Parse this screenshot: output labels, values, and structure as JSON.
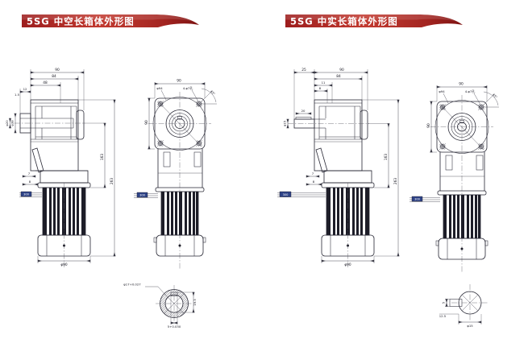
{
  "banners": {
    "left": "5SG 中空长箱体外形图",
    "right": "5SG 中实长箱体外形图"
  },
  "hollow": {
    "side": {
      "width": "90",
      "mid": "84",
      "inner": "48",
      "boss_len": "12",
      "boss_off": "1.5",
      "bore_large": "φ38",
      "bore_small": "φ20",
      "dim_a": "7",
      "dim_b": "8",
      "height_mid": "163",
      "height_total": "263",
      "motor_dia": "φ90",
      "lead": "300"
    },
    "front": {
      "width": "90",
      "height": "90",
      "pilot": "φ94",
      "holes": "4-φ7孔",
      "angle": "45°",
      "lead": "300"
    },
    "section": {
      "bore": "φ17+0.027",
      "depth": "19.3",
      "key": "5+0.030"
    }
  },
  "solid": {
    "side": {
      "shaft_len": "25",
      "width": "90",
      "mid": "84",
      "inner_a": "11",
      "inner_b": "8",
      "key_len": "20",
      "shaft_dia": "φ15",
      "dim_a": "7",
      "dim_b": "8",
      "height_mid": "163",
      "height_total": "263",
      "motor_dia": "φ90",
      "lead": "300"
    },
    "front": {
      "width": "90",
      "height": "90",
      "pilot": "φ94",
      "holes": "4-φ7孔",
      "angle": "45°",
      "lead": "300"
    },
    "section": {
      "key": "5",
      "depth": "12.5",
      "dia": "φ15"
    }
  }
}
